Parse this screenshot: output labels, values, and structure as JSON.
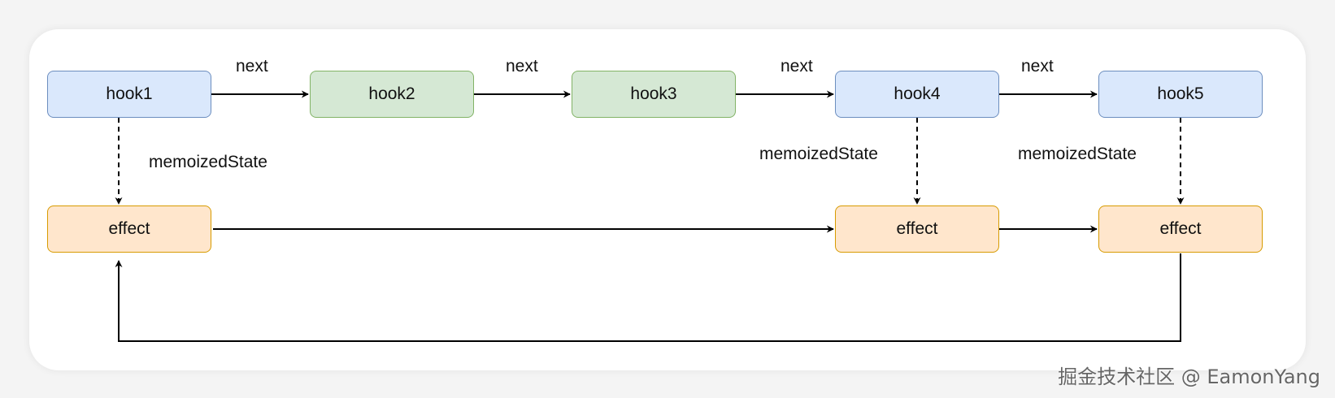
{
  "nodes": {
    "hook1": "hook1",
    "hook2": "hook2",
    "hook3": "hook3",
    "hook4": "hook4",
    "hook5": "hook5",
    "effect1": "effect",
    "effect4": "effect",
    "effect5": "effect"
  },
  "edge_labels": {
    "next_1_2": "next",
    "next_2_3": "next",
    "next_3_4": "next",
    "next_4_5": "next",
    "memo_1": "memoizedState",
    "memo_4": "memoizedState",
    "memo_5": "memoizedState"
  },
  "watermark": "掘金技术社区 @ EamonYang",
  "colors": {
    "blue_fill": "#dae8fc",
    "blue_stroke": "#6c8ebf",
    "green_fill": "#d5e8d4",
    "green_stroke": "#82b366",
    "orange_fill": "#ffe6cc",
    "orange_stroke": "#d79b00",
    "edge": "#000000"
  }
}
